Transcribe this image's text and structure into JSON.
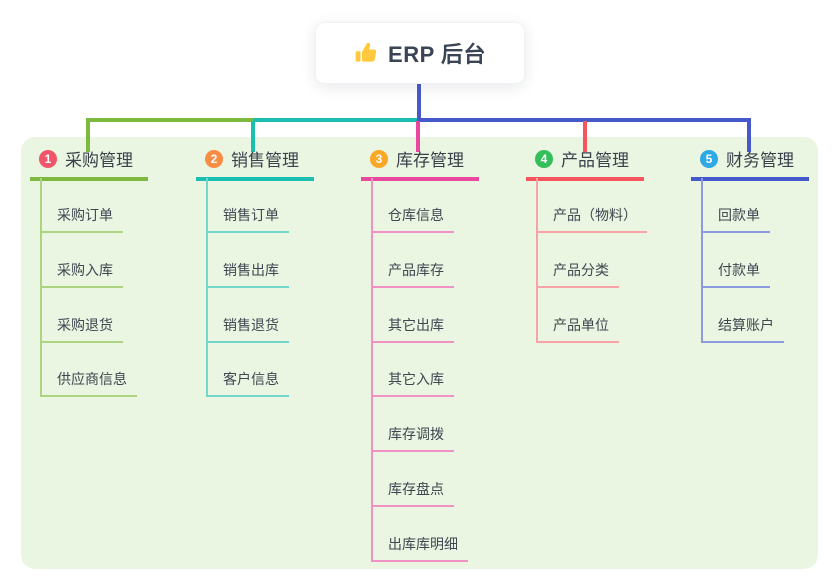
{
  "root": {
    "label": "ERP 后台",
    "icon": "thumbs-up-icon",
    "icon_color": "#FFC83D",
    "connector_color": "#4558CC",
    "background": "#ffffff"
  },
  "canvas": {
    "background": "#ffffff",
    "panel_background": "#EAF5E2"
  },
  "branches": [
    {
      "number": "1",
      "title": "采购管理",
      "badge_color": "#F0566A",
      "line_color": "#7CB93E",
      "child_line_color": "#ADD581",
      "children": [
        "采购订单",
        "采购入库",
        "采购退货",
        "供应商信息"
      ]
    },
    {
      "number": "2",
      "title": "销售管理",
      "badge_color": "#FB8C44",
      "line_color": "#1BBFB2",
      "child_line_color": "#73D6CB",
      "children": [
        "销售订单",
        "销售出库",
        "销售退货",
        "客户信息"
      ]
    },
    {
      "number": "3",
      "title": "库存管理",
      "badge_color": "#F9A825",
      "line_color": "#E8489E",
      "child_line_color": "#F291C4",
      "children": [
        "仓库信息",
        "产品库存",
        "其它出库",
        "其它入库",
        "库存调拨",
        "库存盘点",
        "出库库明细"
      ]
    },
    {
      "number": "4",
      "title": "产品管理",
      "badge_color": "#34BF5B",
      "line_color": "#F5565E",
      "child_line_color": "#F8A3A8",
      "children": [
        "产品（物料）",
        "产品分类",
        "产品单位"
      ]
    },
    {
      "number": "5",
      "title": "财务管理",
      "badge_color": "#2EA9E5",
      "line_color": "#4558CC",
      "child_line_color": "#8C9ADF",
      "children": [
        "回款单",
        "付款单",
        "结算账户"
      ]
    }
  ]
}
